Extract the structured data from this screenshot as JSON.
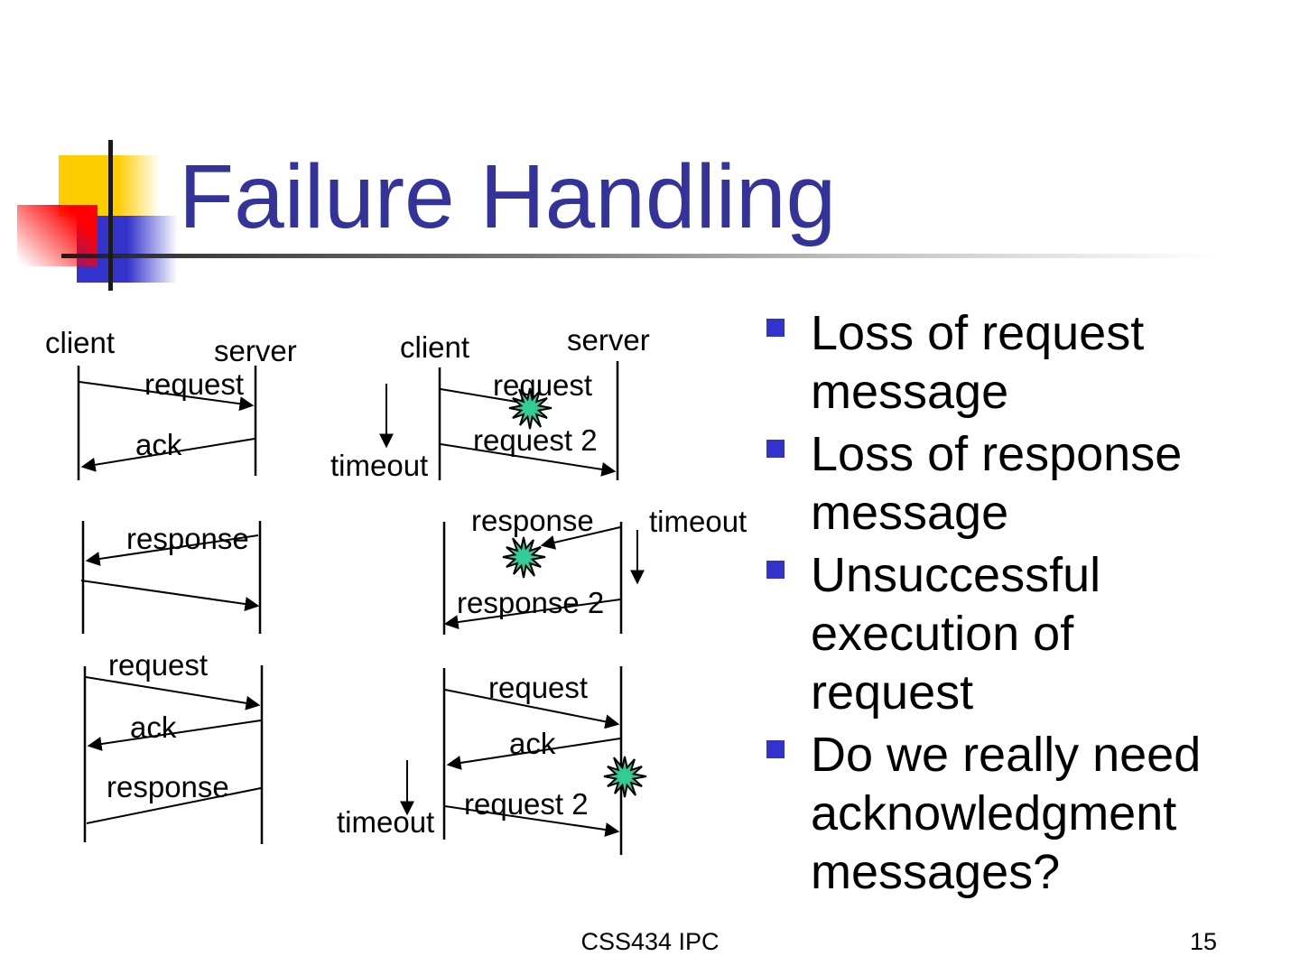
{
  "slide": {
    "title": "Failure Handling",
    "footer_left": "CSS434 IPC",
    "page_number": "15"
  },
  "bullets": {
    "items": [
      "Loss of request message",
      "Loss of response message",
      "Unsuccessful execution of request",
      "Do we really need acknowledgment messages?"
    ]
  },
  "diagrams": {
    "d1": {
      "client": "client",
      "server": "server",
      "request": "request",
      "ack": "ack"
    },
    "d2": {
      "client": "client",
      "server": "server",
      "request": "request",
      "request2": "request 2",
      "timeout": "timeout"
    },
    "d3": {
      "response": "response"
    },
    "d4": {
      "response": "response",
      "response2": "response 2",
      "timeout": "timeout"
    },
    "d5": {
      "request": "request",
      "ack": "ack",
      "response": "response"
    },
    "d6": {
      "request": "request",
      "ack": "ack",
      "request2": "request 2",
      "timeout": "timeout"
    }
  },
  "icons": {
    "message_loss": "explosion-burst-icon",
    "timeout": "down-arrow-icon",
    "bullet": "square-bullet-icon"
  },
  "colors": {
    "title": "#333399",
    "bullet_square": "#3333cc",
    "burst_fill": "#33cc99",
    "accent_yellow": "#ffcc00",
    "accent_red": "#ff0000",
    "accent_blue": "#3333cc",
    "text": "#000000"
  }
}
